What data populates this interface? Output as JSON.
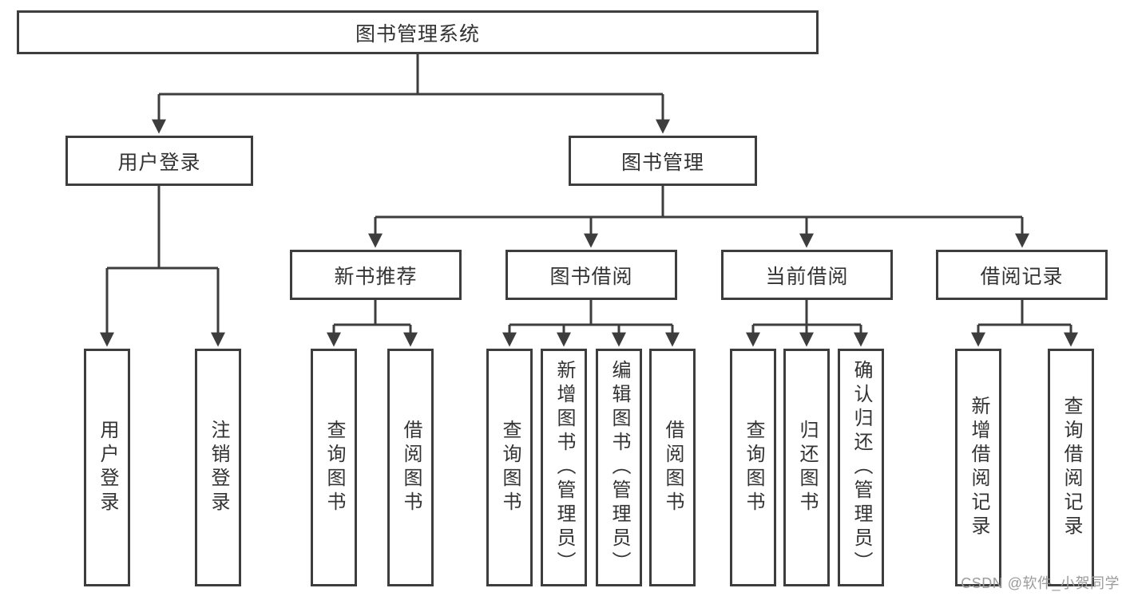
{
  "colors": {
    "line": "#3d3d3d",
    "box_border": "#3d3d3d",
    "text": "#333333",
    "watermark": "#9b9b9b",
    "background": "#ffffff"
  },
  "diagram": {
    "type": "hierarchy-tree",
    "root": {
      "label": "图书管理系统"
    },
    "branches": [
      {
        "label": "用户登录",
        "children": [
          {
            "label": "用户登录"
          },
          {
            "label": "注销登录"
          }
        ]
      },
      {
        "label": "图书管理",
        "children": [
          {
            "label": "新书推荐",
            "children": [
              {
                "label": "查询图书"
              },
              {
                "label": "借阅图书"
              }
            ]
          },
          {
            "label": "图书借阅",
            "children": [
              {
                "label": "查询图书"
              },
              {
                "label": "新增图书（管理员）"
              },
              {
                "label": "编辑图书（管理员）"
              },
              {
                "label": "借阅图书"
              }
            ]
          },
          {
            "label": "当前借阅",
            "children": [
              {
                "label": "查询图书"
              },
              {
                "label": "归还图书"
              },
              {
                "label": "确认归还（管理员）"
              }
            ]
          },
          {
            "label": "借阅记录",
            "children": [
              {
                "label": "新增借阅记录"
              },
              {
                "label": "查询借阅记录"
              }
            ]
          }
        ]
      }
    ]
  },
  "watermark": {
    "text": "CSDN @软件_小贺同学"
  }
}
